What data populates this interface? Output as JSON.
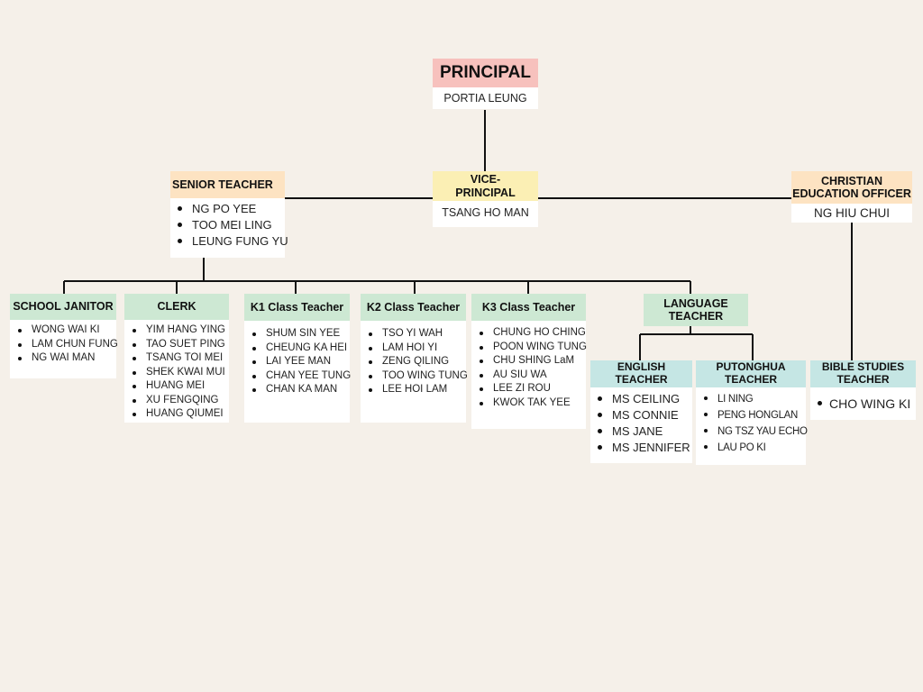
{
  "principal": {
    "title": "PRINCIPAL",
    "name": "PORTIA LEUNG"
  },
  "vice_principal": {
    "title": "VICE-PRINCIPAL",
    "name": "TSANG HO MAN"
  },
  "senior_teacher": {
    "title": "SENIOR TEACHER",
    "members": [
      "NG PO YEE",
      "TOO MEI LING",
      "LEUNG FUNG YU"
    ]
  },
  "christian_officer": {
    "title": "CHRISTIAN EDUCATION OFFICER",
    "name": "NG HIU CHUI"
  },
  "school_janitor": {
    "title": "SCHOOL JANITOR",
    "members": [
      "WONG WAI KI",
      "LAM CHUN FUNG",
      "NG WAI MAN"
    ]
  },
  "clerk": {
    "title": "CLERK",
    "members": [
      "YIM HANG YING",
      "TAO SUET PING",
      "TSANG TOI MEI",
      "SHEK KWAI MUI",
      "HUANG MEI",
      "XU FENGQING",
      "HUANG QIUMEI"
    ]
  },
  "k1": {
    "title": "K1 Class Teacher",
    "members": [
      "SHUM SIN YEE",
      "CHEUNG KA HEI",
      "LAI YEE MAN",
      "CHAN YEE TUNG",
      "CHAN KA MAN"
    ]
  },
  "k2": {
    "title": "K2 Class Teacher",
    "members": [
      "TSO YI WAH",
      "LAM HOI YI",
      "ZENG QILING",
      "TOO WING TUNG",
      "LEE HOI LAM"
    ]
  },
  "k3": {
    "title": "K3 Class Teacher",
    "members": [
      "CHUNG HO CHING",
      "POON WING TUNG",
      "CHU SHING LaM",
      "AU SIU WA",
      "LEE ZI ROU",
      "KWOK TAK YEE"
    ]
  },
  "language_teacher": {
    "title": "LANGUAGE TEACHER"
  },
  "english_teacher": {
    "title": "ENGLISH TEACHER",
    "members": [
      "MS CEILING",
      "MS CONNIE",
      "MS JANE",
      "MS JENNIFER"
    ]
  },
  "putonghua_teacher": {
    "title": "PUTONGHUA TEACHER",
    "members": [
      "LI NING",
      "PENG HONGLAN",
      "NG TSZ YAU ECHO",
      "LAU PO KI"
    ]
  },
  "bible_teacher": {
    "title": "BIBLE STUDIES TEACHER",
    "members": [
      "CHO WING KI"
    ]
  },
  "colors": {
    "background": "#f5f0e9",
    "principal": "#f7c1bd",
    "vice_principal": "#fbefb4",
    "senior": "#fde3c2",
    "staff": "#cde8d3",
    "language_sub": "#c5e6e4",
    "connector": "#111111"
  }
}
